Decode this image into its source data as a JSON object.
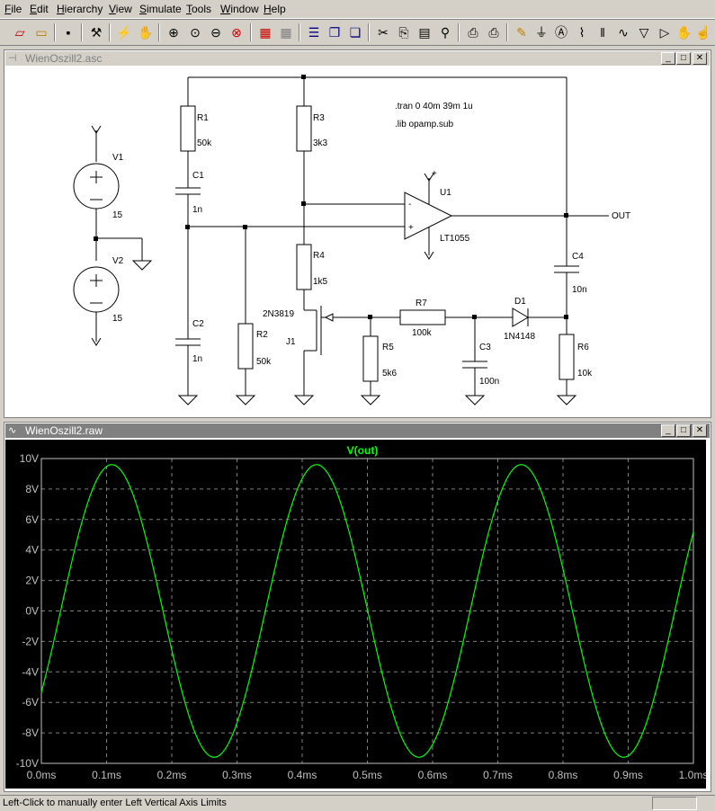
{
  "menu": [
    "File",
    "Edit",
    "Hierarchy",
    "View",
    "Simulate",
    "Tools",
    "Window",
    "Help"
  ],
  "schematic_window": {
    "title": "WienOszill2.asc",
    "directives": [
      ".tran 0 40m 39m 1u",
      ".lib opamp.sub"
    ],
    "components": {
      "v1": {
        "name": "V1",
        "value": "15"
      },
      "v2": {
        "name": "V2",
        "value": "15"
      },
      "r1": {
        "name": "R1",
        "value": "50k"
      },
      "c1": {
        "name": "C1",
        "value": "1n"
      },
      "c2": {
        "name": "C2",
        "value": "1n"
      },
      "r2": {
        "name": "R2",
        "value": "50k"
      },
      "r3": {
        "name": "R3",
        "value": "3k3"
      },
      "r4": {
        "name": "R4",
        "value": "1k5"
      },
      "u1": {
        "name": "U1",
        "value": "LT1055"
      },
      "j1": {
        "name": "J1",
        "value": "2N3819"
      },
      "r5": {
        "name": "R5",
        "value": "5k6"
      },
      "r7": {
        "name": "R7",
        "value": "100k"
      },
      "c3": {
        "name": "C3",
        "value": "100n"
      },
      "d1": {
        "name": "D1",
        "value": "1N4148"
      },
      "c4": {
        "name": "C4",
        "value": "10n"
      },
      "r6": {
        "name": "R6",
        "value": "10k"
      }
    },
    "net_labels": {
      "out": "OUT",
      "plus": "+",
      "minus": "-"
    }
  },
  "plot_window": {
    "title": "WienOszill2.raw"
  },
  "chart_data": {
    "type": "line",
    "title": "V(out)",
    "series": [
      {
        "name": "V(out)",
        "amplitude": 9.6,
        "period_ms": 0.314,
        "peak_times_ms": [
          0.108,
          0.422,
          0.736
        ],
        "trough_times_ms": [
          0.265,
          0.579,
          0.893
        ]
      }
    ],
    "x_ticks": [
      "0.0ms",
      "0.1ms",
      "0.2ms",
      "0.3ms",
      "0.4ms",
      "0.5ms",
      "0.6ms",
      "0.7ms",
      "0.8ms",
      "0.9ms",
      "1.0ms"
    ],
    "y_ticks": [
      "10V",
      "8V",
      "6V",
      "4V",
      "2V",
      "0V",
      "-2V",
      "-4V",
      "-6V",
      "-8V",
      "-10V"
    ],
    "xlim": [
      0,
      1.0
    ],
    "ylim": [
      -10,
      10
    ],
    "grid": true,
    "trace_color": "#00ff00",
    "background": "#000000"
  },
  "status": {
    "text": "Left-Click to manually enter Left Vertical Axis Limits"
  }
}
